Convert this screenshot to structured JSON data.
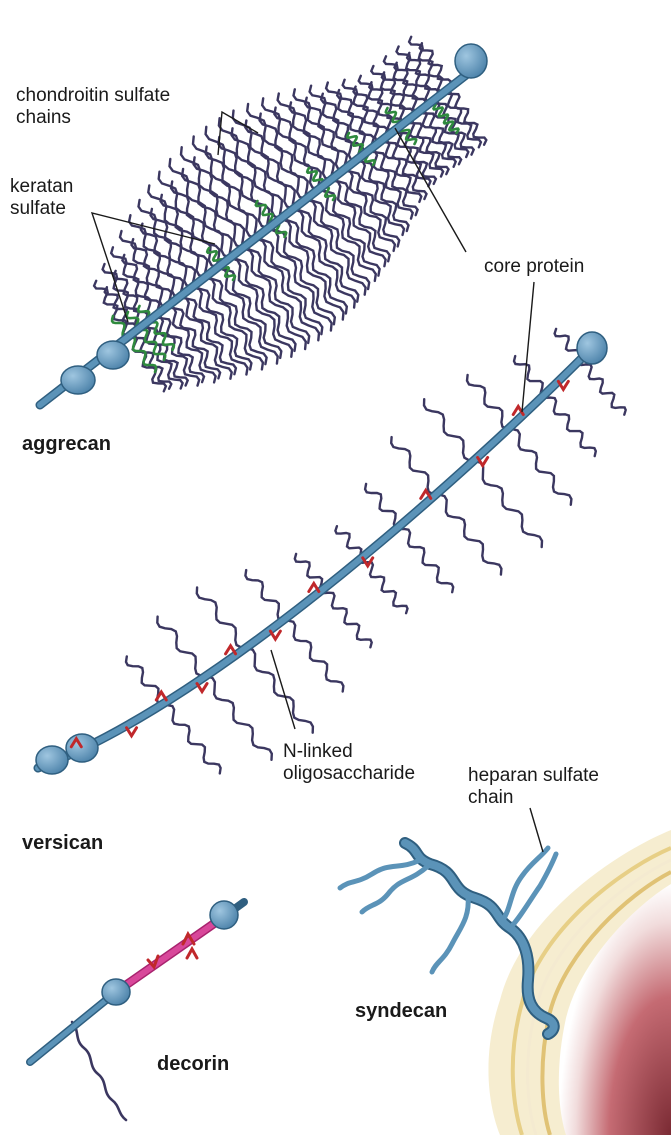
{
  "labels": {
    "chondroitin_1": "chondroitin sulfate",
    "chondroitin_2": "chains",
    "keratan_1": "keratan",
    "keratan_2": "sulfate",
    "core_protein": "core protein",
    "aggrecan": "aggrecan",
    "nlinked_1": "N-linked",
    "nlinked_2": "oligosaccharide",
    "heparan_1": "heparan sulfate",
    "heparan_2": "chain",
    "versican": "versican",
    "syndecan": "syndecan",
    "decorin": "decorin"
  },
  "colors": {
    "core": "#5b93b8",
    "core_dark": "#2f5f80",
    "gag_chain": "#3b3760",
    "keratan": "#2f8a3e",
    "oligosaccharide": "#c0282b",
    "decorin_core": "#d8479a",
    "membrane_outer": "#f2e6bf",
    "membrane_inner": "#b0505a"
  },
  "figure": {
    "aggrecan": {
      "chondroitin_chain_count": 26,
      "globular_domains": 3
    },
    "versican": {
      "chain_count": 12,
      "globular_domains": 3
    },
    "decorin": {
      "chain_count": 1,
      "globular_domains": 2
    },
    "syndecan": {
      "chain_count": 5
    }
  }
}
